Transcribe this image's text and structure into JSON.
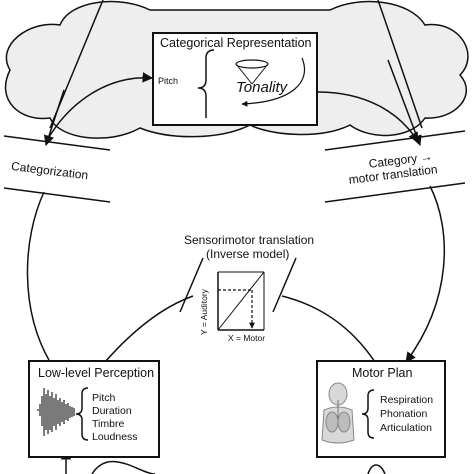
{
  "categorical": {
    "title": "Categorical Representation",
    "pitch_label": "Pitch",
    "tonality_label": "Tonality"
  },
  "categorization": {
    "label": "Categorization"
  },
  "category_motor": {
    "line1": "Category →",
    "line2": "motor translation"
  },
  "sensorimotor": {
    "title_line1": "Sensorimotor translation",
    "title_line2": "(Inverse model)",
    "y_axis": "Y = Auditory",
    "x_axis": "X = Motor"
  },
  "low_level": {
    "title": "Low-level Perception",
    "features": [
      "Pitch",
      "Duration",
      "Timbre",
      "Loudness"
    ]
  },
  "motor_plan": {
    "title": "Motor Plan",
    "features": [
      "Respiration",
      "Phonation",
      "Articulation"
    ]
  },
  "colors": {
    "cloud_fill": "#eeeeee",
    "stroke": "#111111"
  }
}
